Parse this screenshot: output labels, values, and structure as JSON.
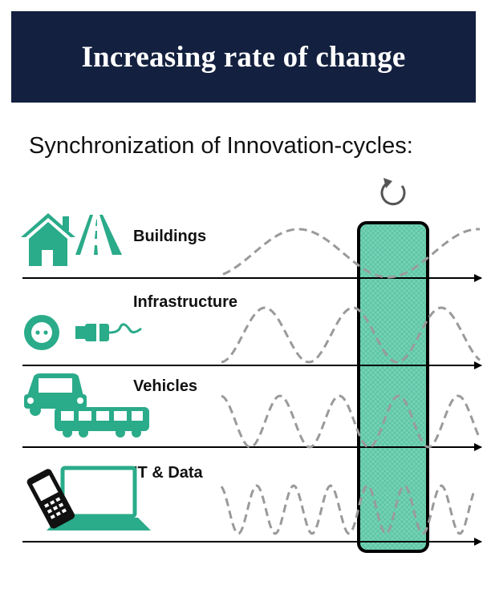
{
  "header": {
    "title": "Increasing rate of change"
  },
  "subtitle": "Synchronization of Innovation-cycles:",
  "rows": [
    {
      "label": "Buildings",
      "icon": "house-and-road-icon"
    },
    {
      "label": "Infrastructure",
      "icon": "socket-and-plug-icon"
    },
    {
      "label": "Vehicles",
      "icon": "car-and-bus-icon"
    },
    {
      "label": "IT & Data",
      "icon": "phone-and-laptop-icon"
    }
  ],
  "colors": {
    "banner": "#13203f",
    "icon_teal": "#2aab8a",
    "highlight_fill": "#6fd0b2",
    "dashed_curve": "#9a9a9a",
    "axis": "#000000"
  },
  "icons": {
    "sync": "refresh-cycle-icon"
  }
}
